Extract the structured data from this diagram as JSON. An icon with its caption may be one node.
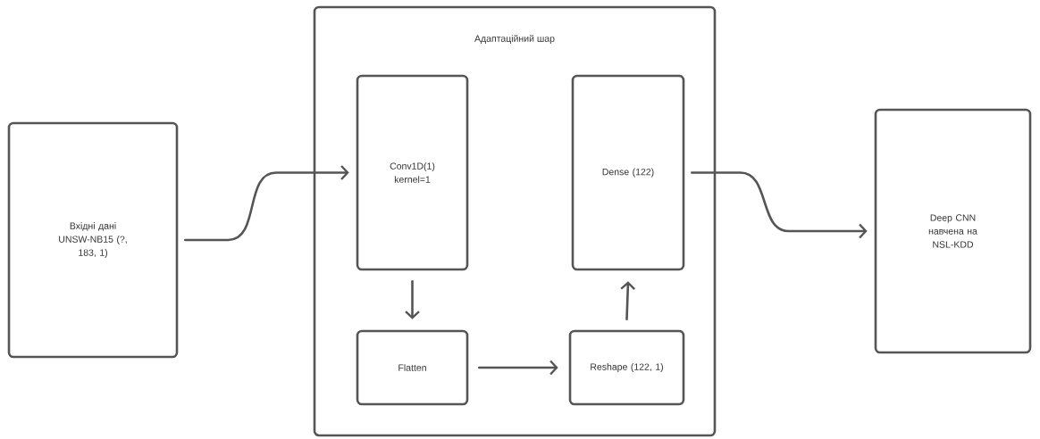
{
  "diagram": {
    "nodes": [
      {
        "text": [
          "Вхідні дані UNSW-NB15 (?, 183, 1)"
        ]
      },
      {
        "text": [
          "Адаптаційний шар"
        ]
      },
      {
        "text": [
          "Conv1D(1) kernel=1"
        ],
        "in": 1
      },
      {
        "text": [
          "Dense (122)"
        ],
        "in": 1
      },
      {
        "text": [
          "Flatten"
        ],
        "in": 1
      },
      {
        "text": [
          "Reshape (122, 1)"
        ],
        "in": 1
      },
      {
        "text": [
          "Deep CNN навчена на NSL-KDD"
        ]
      }
    ],
    "edges": [
      {
        "from": 0,
        "to": 2,
        "arrow": "to"
      },
      {
        "from": 2,
        "to": 4,
        "arrow": "to"
      },
      {
        "from": 4,
        "to": 5,
        "arrow": "to"
      },
      {
        "from": 5,
        "to": 3,
        "arrow": "to"
      },
      {
        "from": 3,
        "to": 6,
        "arrow": "to"
      }
    ]
  }
}
